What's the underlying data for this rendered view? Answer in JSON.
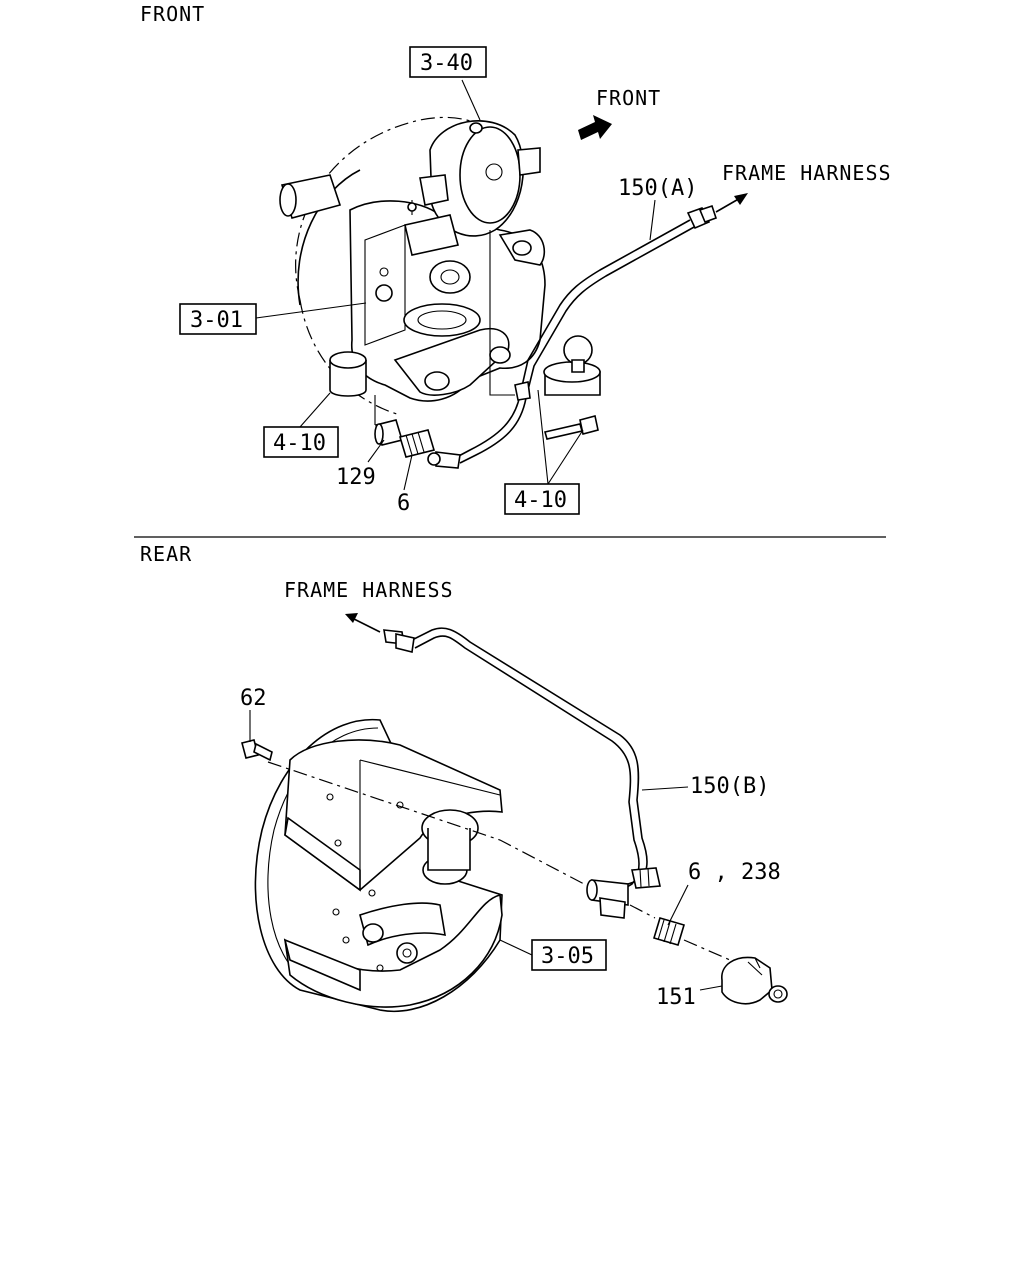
{
  "sections": {
    "front": "FRONT",
    "rear": "REAR"
  },
  "front": {
    "direction_label": "FRONT",
    "frame_harness": "FRAME HARNESS",
    "refs": {
      "r340": "3-40",
      "r301": "3-01",
      "r410a": "4-10",
      "r410b": "4-10"
    },
    "parts": {
      "p150a": "150(A)",
      "p129": "129",
      "p6": "6"
    }
  },
  "rear": {
    "frame_harness": "FRAME HARNESS",
    "refs": {
      "r305": "3-05"
    },
    "parts": {
      "p62": "62",
      "p150b": "150(B)",
      "p6_238": "6 , 238",
      "p151": "151"
    }
  }
}
